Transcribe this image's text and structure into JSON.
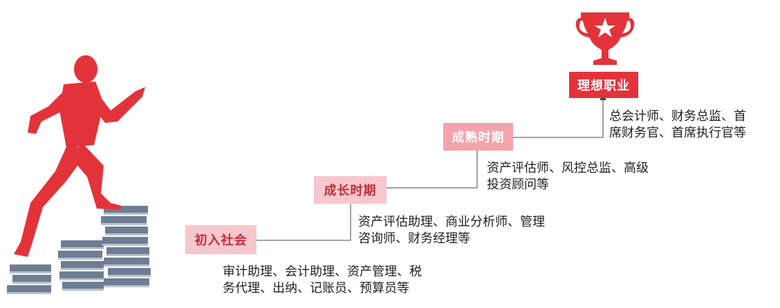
{
  "stages": [
    {
      "label": "初入社会",
      "bg": "#f7c7cd",
      "fg": "#c0303a"
    },
    {
      "label": "成长时期",
      "bg": "#f7c7cd",
      "fg": "#c0303a"
    },
    {
      "label": "成熟时期",
      "bg": "#f3a3ab",
      "fg": "#ffffff"
    },
    {
      "label": "理想职业",
      "bg": "#e2333a",
      "fg": "#ffffff"
    }
  ],
  "descriptions": [
    {
      "line1": "审计助理、会计助理、资产管理、税",
      "line2": "务代理、出纳、记账员、预算员等"
    },
    {
      "line1": "资产评估助理、商业分析师、管理",
      "line2": "咨询师、财务经理等"
    },
    {
      "line1": "资产评估师、风控总监、高级",
      "line2": "投资顾问等"
    },
    {
      "line1": "总会计师、财务总监、首",
      "line2": "席财务官、首席执行官等"
    }
  ],
  "colors": {
    "accent": "#e2333a",
    "book": "#6f7d92",
    "book_light": "#b9c2cf",
    "line": "#444444"
  }
}
